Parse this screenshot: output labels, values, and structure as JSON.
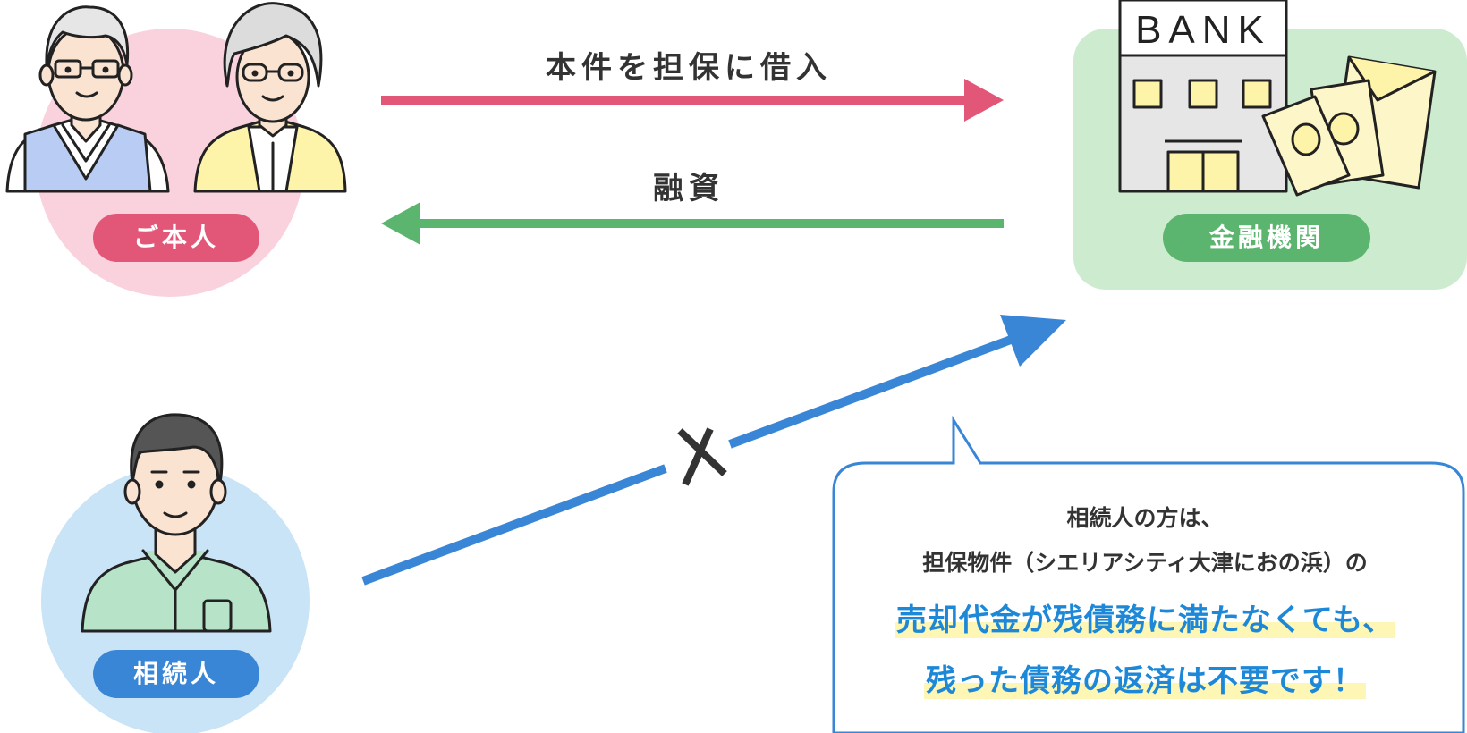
{
  "colors": {
    "borrow_arrow": "#e25777",
    "loan_arrow": "#5bb56e",
    "heir_arrow": "#3a86d6",
    "principal_bg": "#f9d2dd",
    "bank_bg": "#cdeccf",
    "heir_bg": "#c9e3f7",
    "highlight_text": "#1e88d8",
    "highlight_marker": "#fdf6b5"
  },
  "labels": {
    "principal": "ご本人",
    "bank": "金融機関",
    "heir": "相続人",
    "bank_sign": "BANK"
  },
  "arrows": {
    "borrow": "本件を担保に借入",
    "loan": "融資"
  },
  "bubble": {
    "line1": "相続人の方は、",
    "line2": "担保物件（シエリアシティ大津におの浜）の",
    "line3": "売却代金が残債務に満たなくても、",
    "line4": "残った債務の返済は不要です！"
  },
  "icons": [
    "elderly-man-icon",
    "elderly-woman-icon",
    "bank-building-icon",
    "envelope-icon",
    "middle-aged-man-icon",
    "cross-mark-icon"
  ]
}
